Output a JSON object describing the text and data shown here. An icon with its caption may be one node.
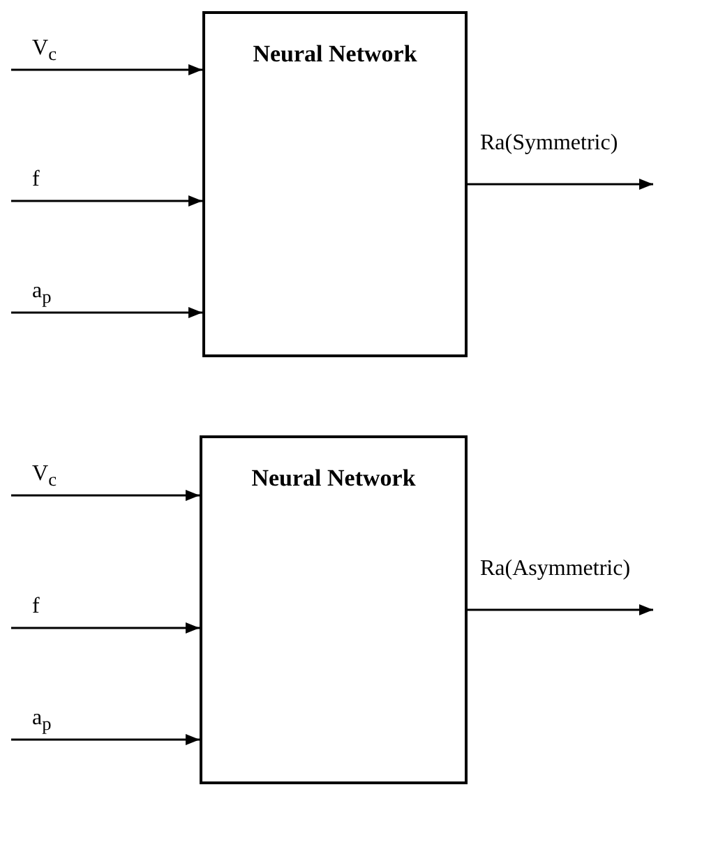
{
  "diagram": {
    "nodes": [
      {
        "text": [
          "Neural Network"
        ]
      },
      {
        "text": [
          "Neural Network"
        ]
      }
    ],
    "edges": [
      {
        "from": null,
        "to": 0,
        "arrow": "to",
        "label": "V$_{c}$"
      },
      {
        "from": null,
        "to": 0,
        "arrow": "to",
        "label": "f"
      },
      {
        "from": null,
        "to": 0,
        "arrow": "to",
        "label": "a$_{p}$"
      },
      {
        "from": 0,
        "to": null,
        "arrow": "to",
        "label": "Ra(Symmetric)"
      },
      {
        "from": null,
        "to": 1,
        "arrow": "to",
        "label": "V$_{c}$"
      },
      {
        "from": null,
        "to": 1,
        "arrow": "to",
        "label": "f"
      },
      {
        "from": null,
        "to": 1,
        "arrow": "to",
        "label": "a$_{p}$"
      },
      {
        "from": 1,
        "to": null,
        "arrow": "to",
        "label": "Ra(Asymmetric)"
      }
    ]
  }
}
